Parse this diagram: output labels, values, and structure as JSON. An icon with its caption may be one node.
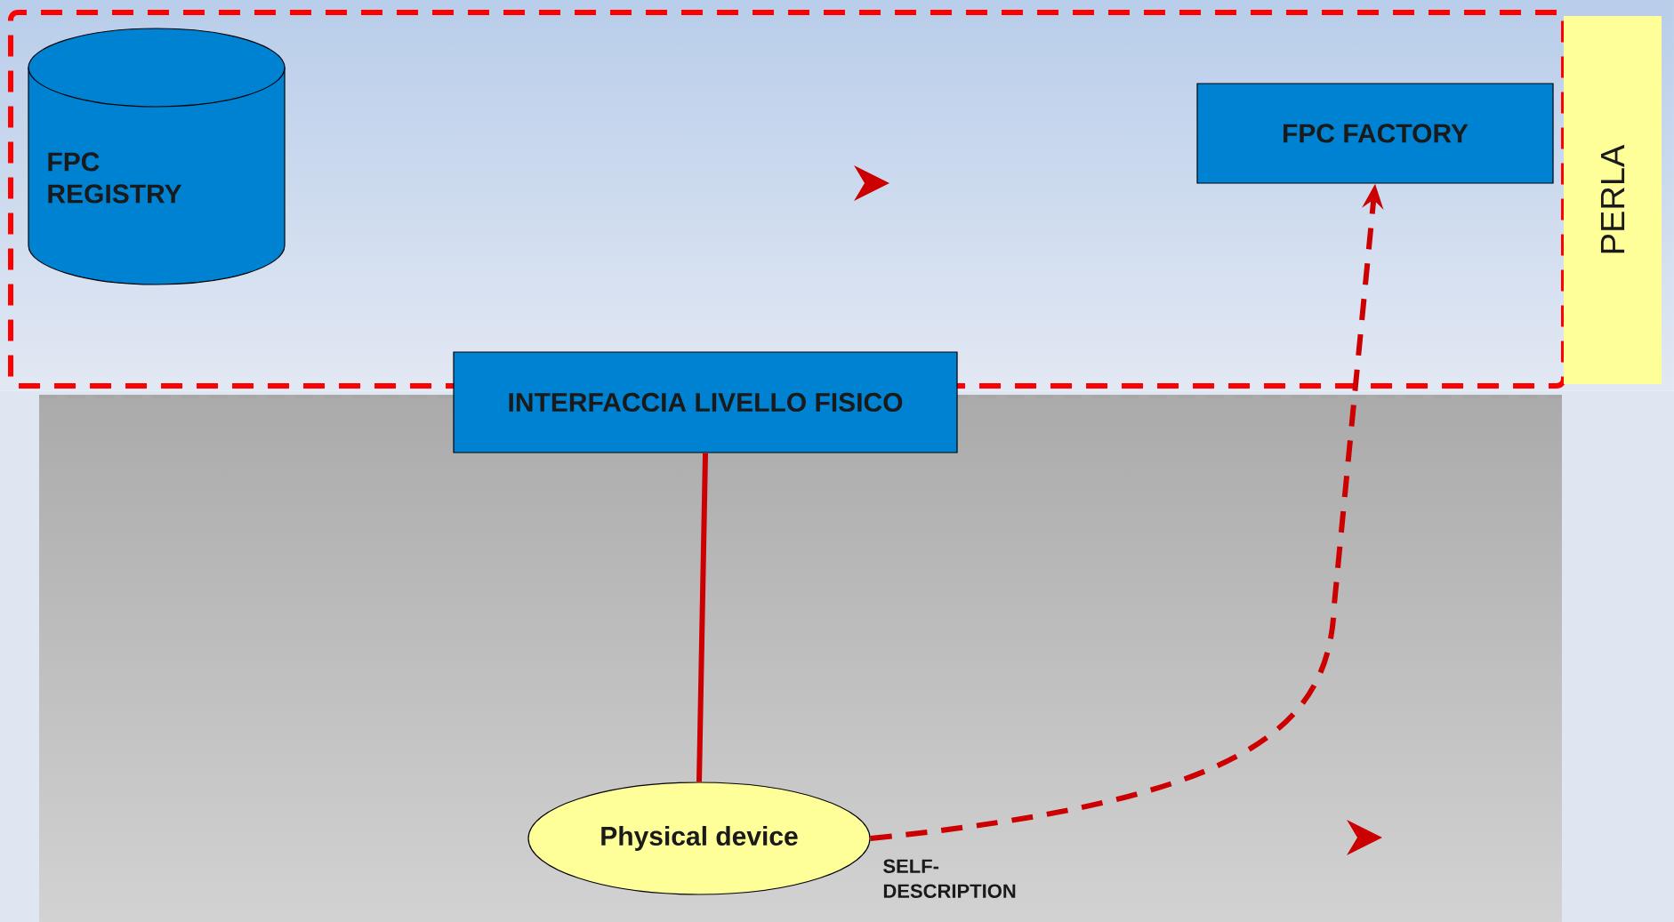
{
  "diagram": {
    "nodes": [
      {
        "text": [],
        "shape": "box"
      },
      {
        "text": [
          "FPC REGISTRY"
        ],
        "in": 0
      },
      {
        "text": [
          "FPC FACTORY"
        ],
        "in": 0
      },
      {
        "text": [
          "PERLA"
        ]
      },
      {
        "text": [
          "INTERFACCIA LIVELLO FISICO"
        ]
      },
      {
        "text": [
          "Physical device"
        ]
      }
    ],
    "edges": [
      {
        "from": 4,
        "to": 5,
        "arrow": "none"
      },
      {
        "from": 5,
        "to": 2,
        "arrow": "to",
        "style": "dashed",
        "label": "SELF-DESCRIPTION"
      }
    ]
  }
}
